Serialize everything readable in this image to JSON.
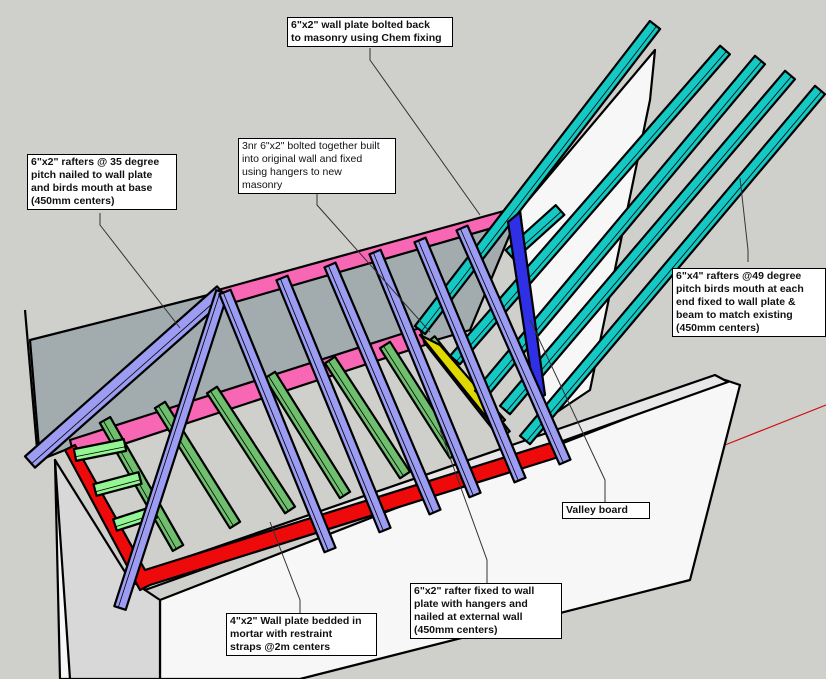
{
  "diagram": {
    "title": "Roof framing 3D sketch",
    "colors": {
      "background": "#cfcfcb",
      "existing_rafters_35deg": "#9b9cf2",
      "wall_plate_top": "#f767b4",
      "wall_plate_bedded": "#ee0a0a",
      "ceiling_joists": "#6fbf6f",
      "ceiling_joists_light": "#93f593",
      "new_rafters_49deg": "#14c8c4",
      "valley_board": "#2f2fe6",
      "trimmer": "#e1d800",
      "masonry": "#f7f7f7",
      "roof_plane": "#a2acae"
    },
    "annotations": [
      {
        "id": "wall-plate-chem",
        "text": "6\"x2\" wall plate bolted back\nto masonry using Chem fixing"
      },
      {
        "id": "rafters-35",
        "text": "6\"x2\" rafters @ 35 degree\npitch nailed to wall plate\nand birds mouth at base\n(450mm centers)"
      },
      {
        "id": "bolted-3nr",
        "text": "3nr 6\"x2\" bolted together built\ninto original wall and fixed\nusing hangers to new\nmasonry"
      },
      {
        "id": "rafters-49",
        "text": "6\"x4\" rafters @49 degree\npitch birds mouth at each\nend fixed to wall plate &\nbeam to match existing\n(450mm centers)"
      },
      {
        "id": "valley-board",
        "text": "Valley board"
      },
      {
        "id": "rafter-hangers",
        "text": "6\"x2\" rafter fixed to wall\nplate with hangers and\nnailed at external wall\n(450mm centers)"
      },
      {
        "id": "wall-plate-bedded",
        "text": "4\"x2\" Wall plate bedded in\nmortar with restraint\nstraps @2m centers"
      }
    ]
  }
}
